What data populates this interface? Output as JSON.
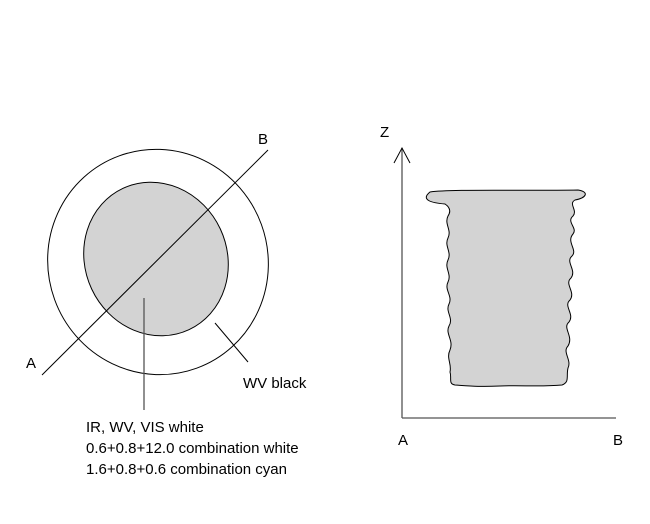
{
  "left_diagram": {
    "label_a": "A",
    "label_b": "B",
    "outer_label": "WV black",
    "inner_label_lines": [
      "IR, WV, VIS white",
      "0.6+0.8+12.0 combination white",
      "1.6+0.8+0.6 combination cyan"
    ]
  },
  "right_diagram": {
    "axis_z": "Z",
    "axis_x_start": "A",
    "axis_x_end": "B"
  },
  "colors": {
    "fill": "#d3d3d3",
    "stroke": "#000000",
    "pointer": "#555555"
  }
}
